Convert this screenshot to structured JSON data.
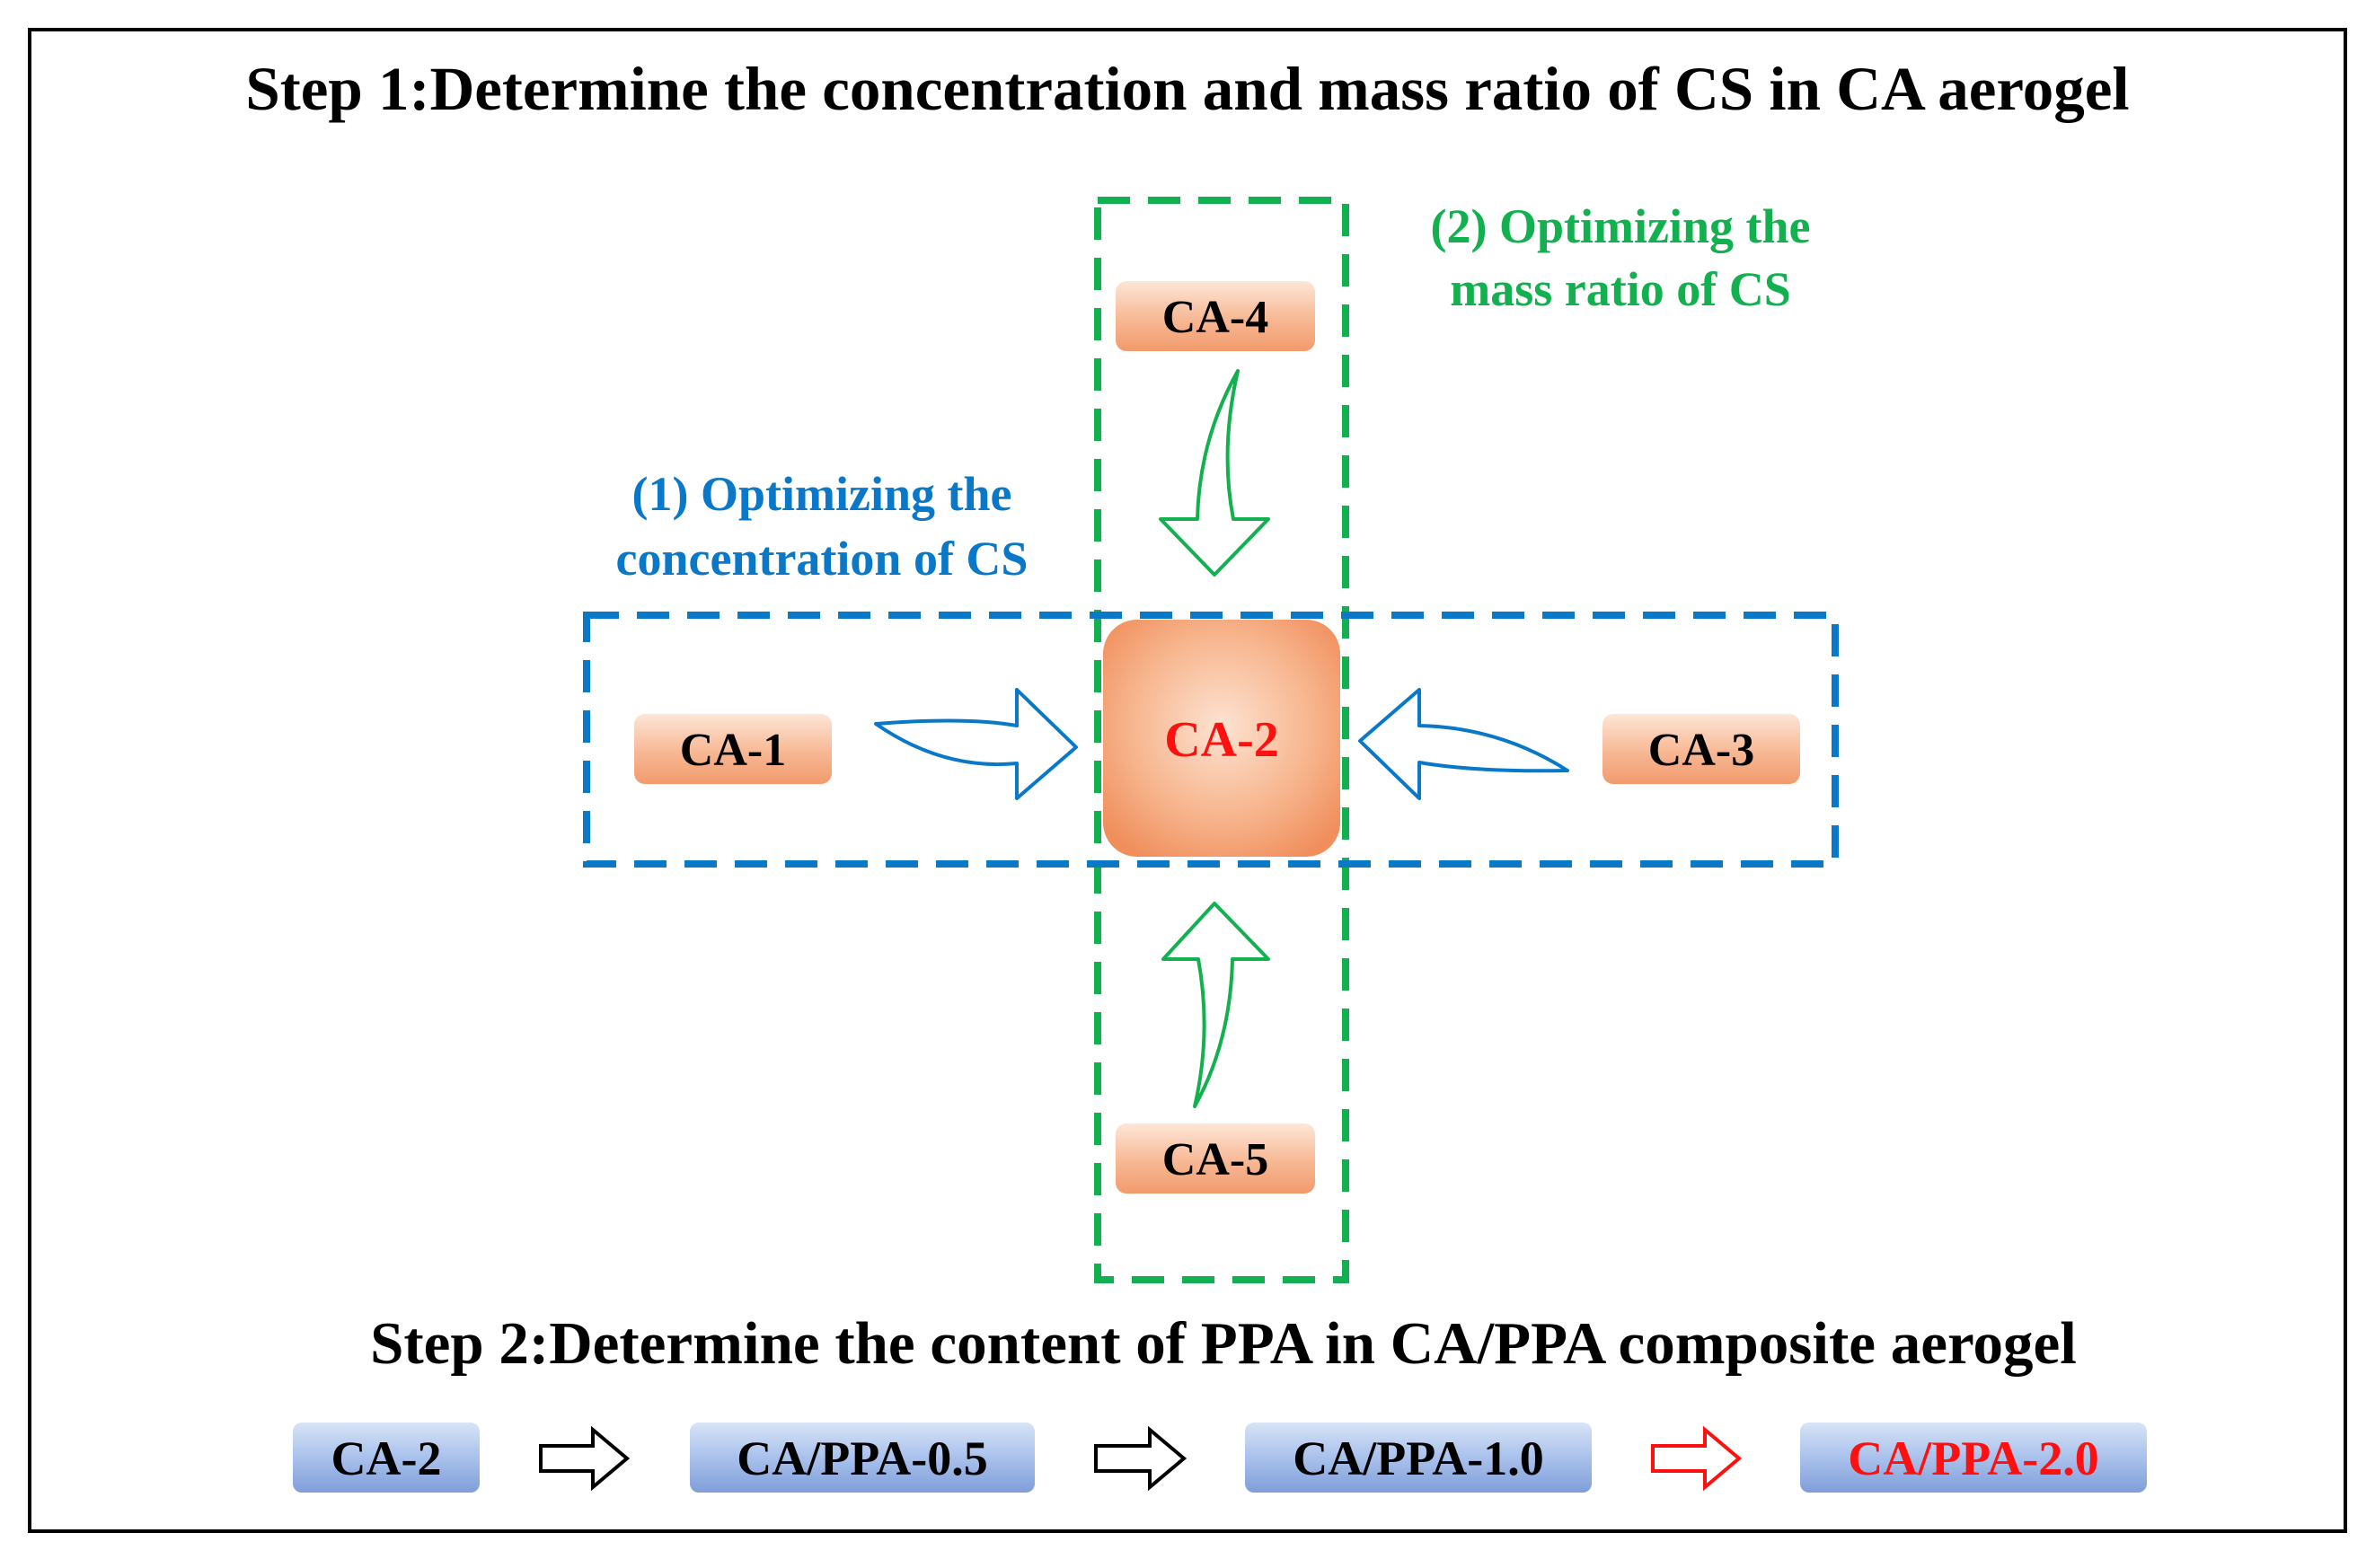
{
  "step1": {
    "title": "Step 1:Determine the concentration and mass ratio of CS in CA aerogel",
    "blue_label": [
      "(1) Optimizing the",
      "concentration of CS"
    ],
    "green_label": [
      "(2) Optimizing the",
      "mass ratio of CS"
    ],
    "nodes": {
      "center": "CA-2",
      "left": "CA-1",
      "right": "CA-3",
      "top": "CA-4",
      "bottom": "CA-5"
    }
  },
  "step2": {
    "title": "Step 2:Determine the content of PPA in CA/PPA composite aerogel",
    "sequence": [
      "CA-2",
      "CA/PPA-0.5",
      "CA/PPA-1.0",
      "CA/PPA-2.0"
    ]
  },
  "colors": {
    "blue": "#0a78c8",
    "green": "#12b04e",
    "highlight_red": "#ff1010",
    "node_orange": "#f6b38c",
    "seq_blue": "#8fb0e4"
  }
}
